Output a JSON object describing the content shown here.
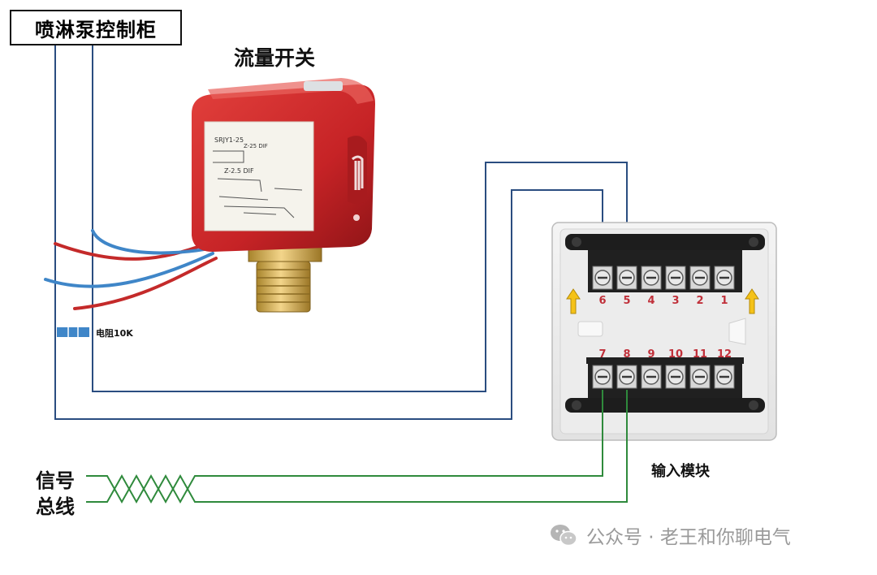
{
  "labels": {
    "cabinet": "喷淋泵控制柜",
    "flow_switch": "流量开关",
    "input_module": "输入模块",
    "signal_bus_line1": "信号",
    "signal_bus_line2": "总线",
    "resistor": "电阻10K"
  },
  "device_plate_text": {
    "model": "SRJY1-25",
    "line2": "Z-25 DIF",
    "line3": "Z-2.5 DIF"
  },
  "terminals": {
    "top": [
      "6",
      "5",
      "4",
      "3",
      "2",
      "1"
    ],
    "bottom": [
      "7",
      "8",
      "9",
      "10",
      "11",
      "12"
    ]
  },
  "watermark": {
    "icon": "wechat-icon",
    "text": "公众号 · 老王和你聊电气"
  },
  "colors": {
    "wire_blue": "#2a4d80",
    "wire_green": "#2f8a3c",
    "switch_red": "#c62326",
    "terminal_label_red": "#c0303a",
    "arrow_yellow": "#f5c218"
  }
}
